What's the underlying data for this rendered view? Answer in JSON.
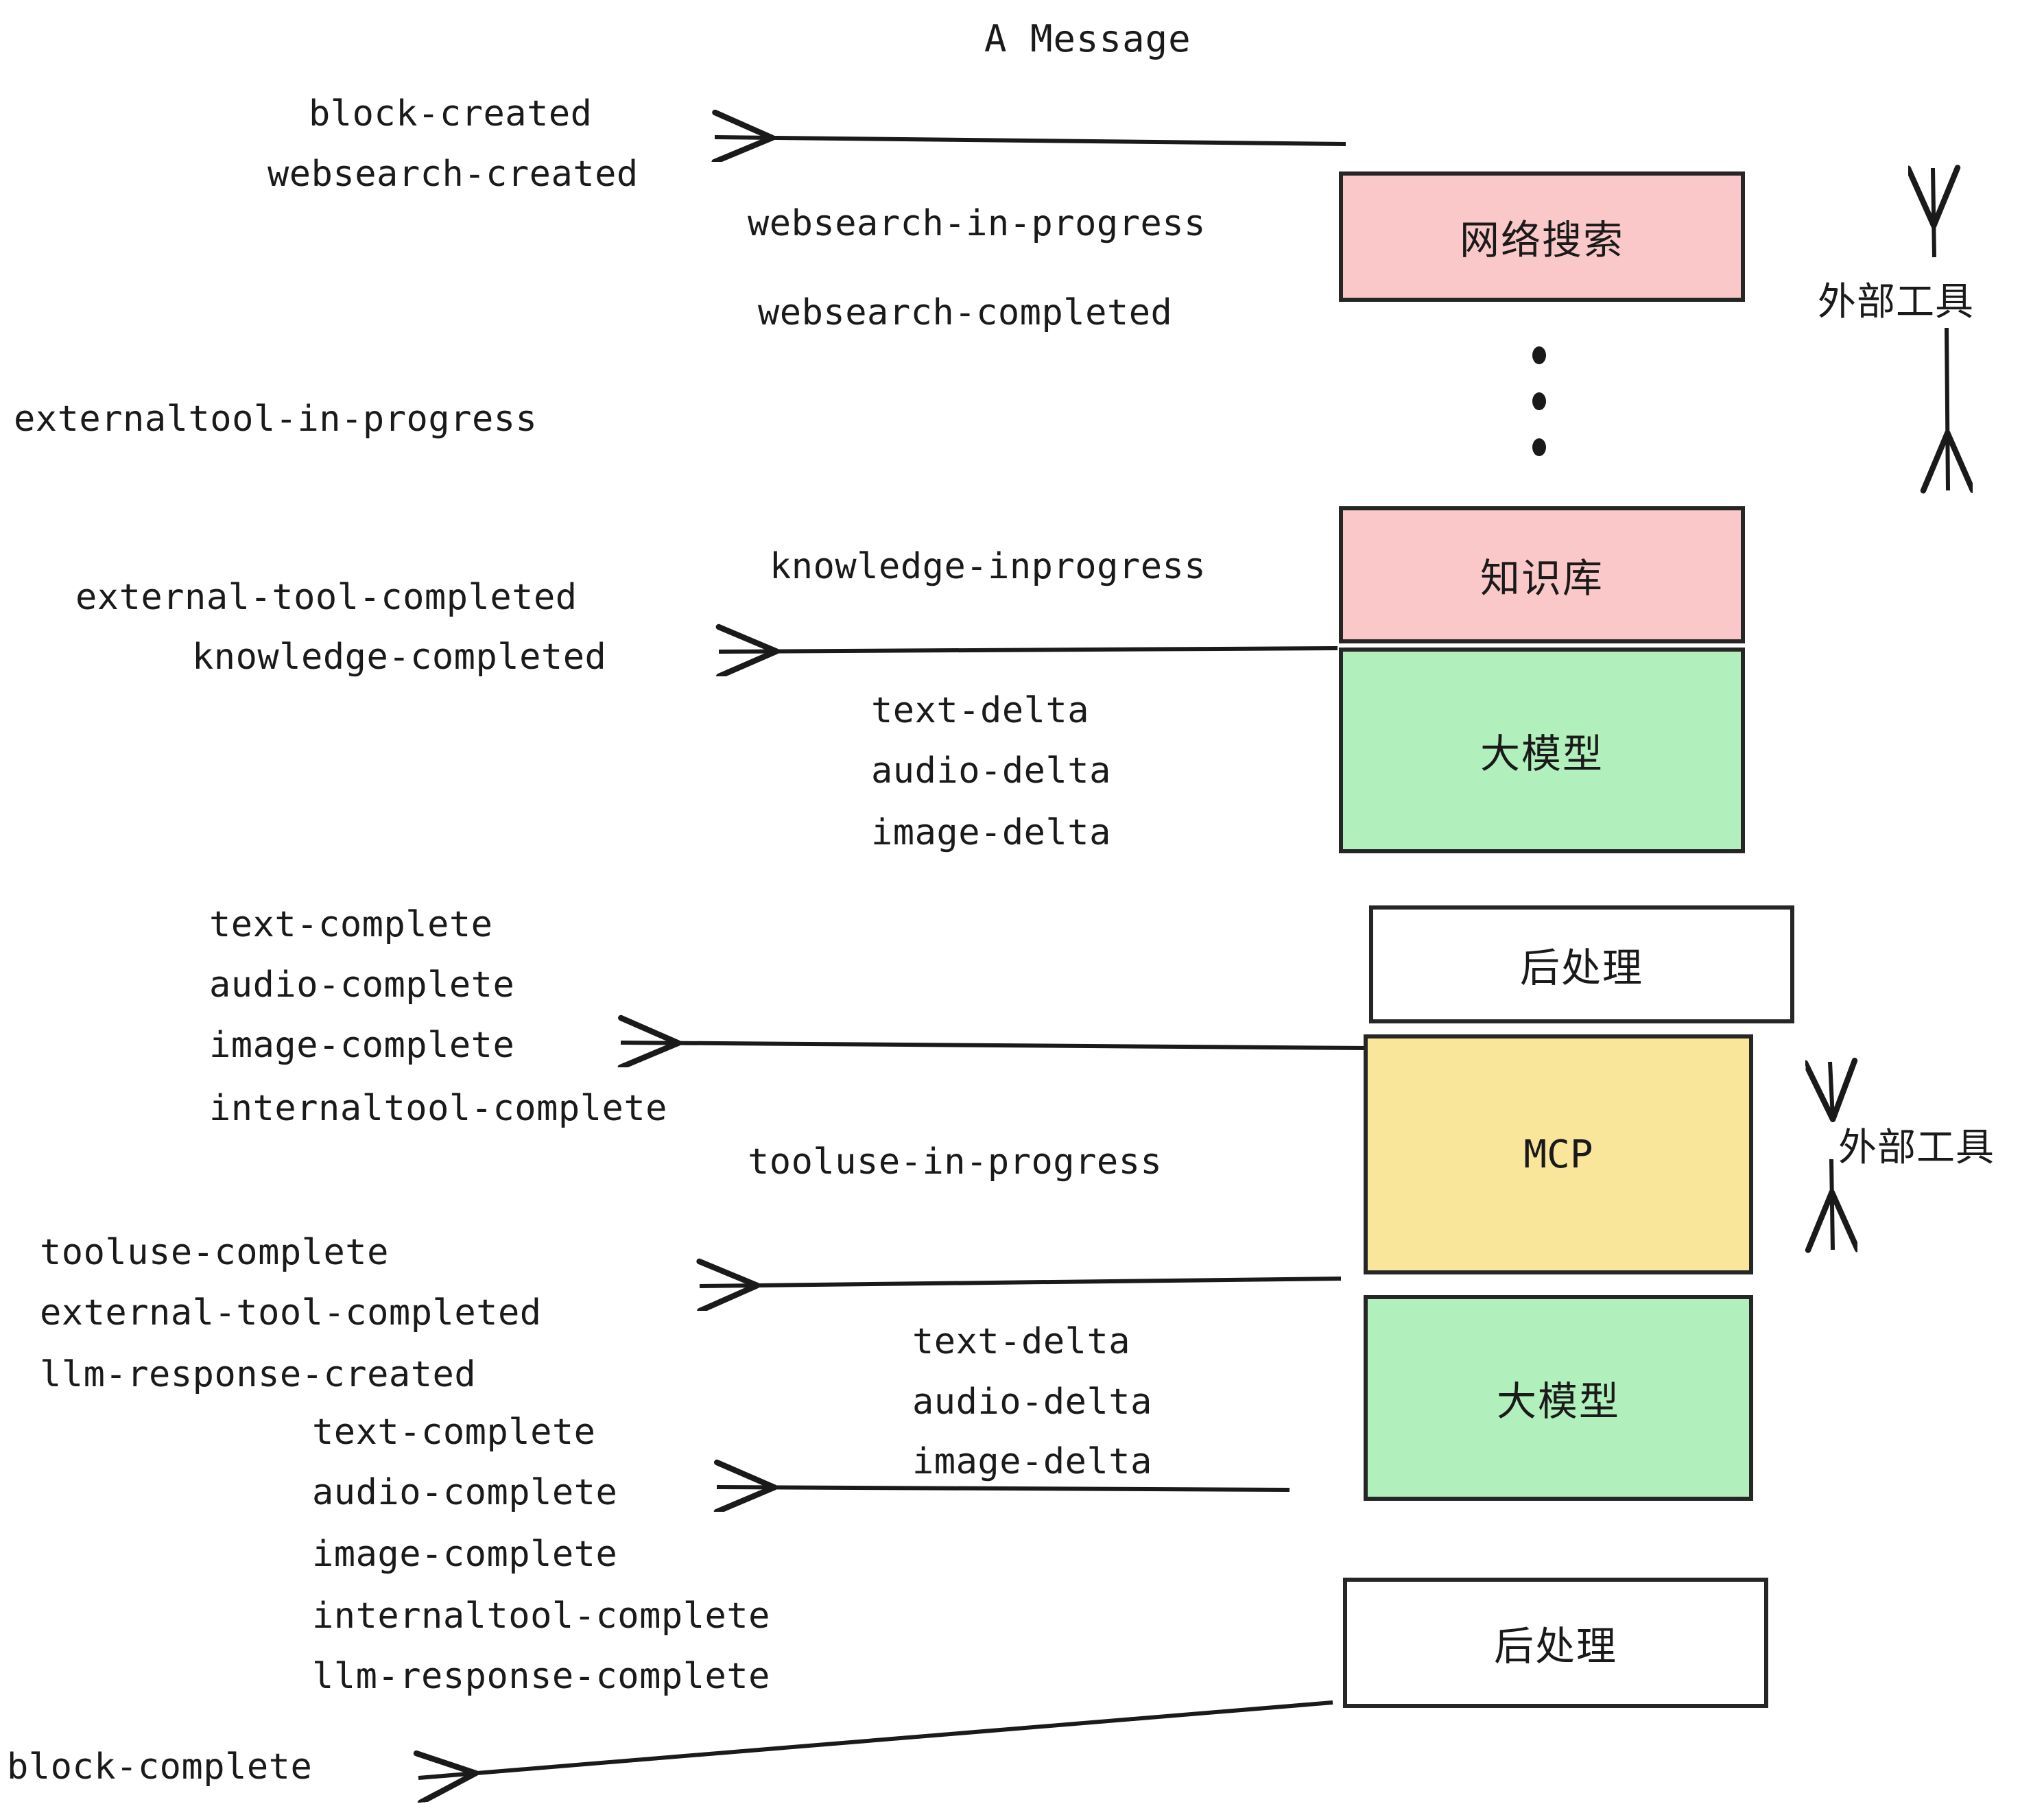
{
  "title": "A Message",
  "colors": {
    "pink": "#fac8c8",
    "green": "#b1f0bd",
    "yellow": "#fae69a",
    "white": "#ffffff",
    "stroke": "#262626",
    "text": "#1a1a1a"
  },
  "nodes": [
    {
      "id": "websearch",
      "label": "网络搜索",
      "fill": "#fac8c8",
      "mono": false
    },
    {
      "id": "knowledge",
      "label": "知识库",
      "fill": "#fac8c8",
      "mono": false
    },
    {
      "id": "llm-top",
      "label": "大模型",
      "fill": "#b1f0bd",
      "mono": false
    },
    {
      "id": "postprocess-top",
      "label": "后处理",
      "fill": "#ffffff",
      "mono": false
    },
    {
      "id": "mcp",
      "label": "MCP",
      "fill": "#fae69a",
      "mono": true
    },
    {
      "id": "llm-bottom",
      "label": "大模型",
      "fill": "#b1f0bd",
      "mono": false
    },
    {
      "id": "postprocess-bottom",
      "label": "后处理",
      "fill": "#ffffff",
      "mono": false
    }
  ],
  "side_labels": [
    {
      "id": "external-tool-top",
      "label": "外部工具"
    },
    {
      "id": "external-tool-bottom",
      "label": "外部工具"
    }
  ],
  "events": {
    "block_created": "block-created",
    "websearch_created": "websearch-created",
    "websearch_in_progress": "websearch-in-progress",
    "websearch_completed": "websearch-completed",
    "externaltool_in_progress": "externaltool-in-progress",
    "knowledge_inprogress": "knowledge-inprogress",
    "external_tool_completed_1": "external-tool-completed",
    "knowledge_completed": "knowledge-completed",
    "text_delta_1": "text-delta",
    "audio_delta_1": "audio-delta",
    "image_delta_1": "image-delta",
    "text_complete_1": "text-complete",
    "audio_complete_1": "audio-complete",
    "image_complete_1": "image-complete",
    "internaltool_complete_1": "internaltool-complete",
    "tooluse_in_progress": "tooluse-in-progress",
    "tooluse_complete": "tooluse-complete",
    "external_tool_completed_2": "external-tool-completed",
    "llm_response_created": "llm-response-created",
    "text_delta_2": "text-delta",
    "audio_delta_2": "audio-delta",
    "image_delta_2": "image-delta",
    "text_complete_2": "text-complete",
    "audio_complete_2": "audio-complete",
    "image_complete_2": "image-complete",
    "internaltool_complete_2": "internaltool-complete",
    "llm_response_complete": "llm-response-complete",
    "block_complete": "block-complete"
  }
}
